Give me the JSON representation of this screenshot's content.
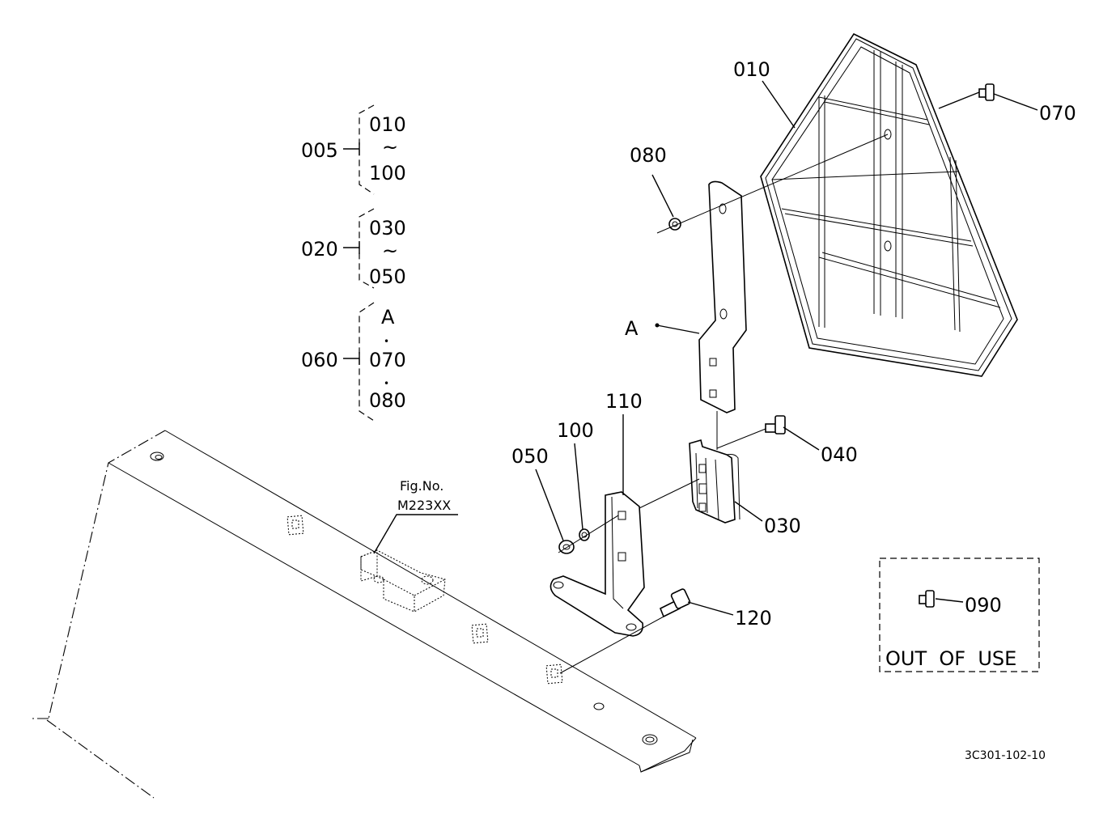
{
  "groups": [
    {
      "label": "005",
      "items": [
        "010",
        "~",
        "100"
      ]
    },
    {
      "label": "020",
      "items": [
        "030",
        "~",
        "050"
      ]
    },
    {
      "label": "060",
      "items": [
        "A",
        "•",
        "070",
        "•",
        "080"
      ]
    }
  ],
  "callouts": {
    "p010": "010",
    "p070": "070",
    "p080": "080",
    "pA": "A",
    "p110": "110",
    "p100": "100",
    "p050": "050",
    "p040": "040",
    "p030": "030",
    "p120": "120",
    "p090": "090"
  },
  "fig_reference": {
    "line1": "Fig.No.",
    "line2": "M223XX"
  },
  "out_of_use_box": {
    "label": "OUT  OF  USE"
  },
  "document_code": "3C301-102-10"
}
